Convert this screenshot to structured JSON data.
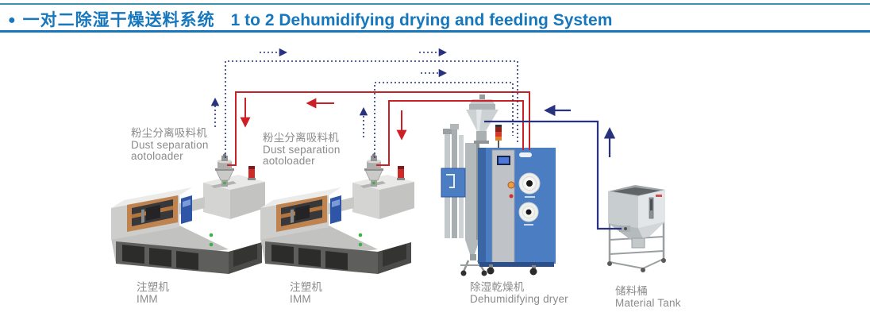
{
  "header": {
    "bullet": "●",
    "title_zh": "一对二除湿干燥送料系统",
    "title_en": "1 to 2 Dehumidifying drying and feeding System",
    "accent": "#1677bd",
    "top_rule_color": "#3e93ad"
  },
  "colors": {
    "pipe_red": "#cc2027",
    "pipe_navy": "#28327e",
    "label_gray": "#8b8b8b",
    "dryer_blue": "#4a7dc2",
    "machine_copper": "#bf8350"
  },
  "labels": {
    "autoloader1": {
      "zh": "粉尘分离吸料机",
      "en1": "Dust separation",
      "en2": "aotoloader"
    },
    "autoloader2": {
      "zh": "粉尘分离吸料机",
      "en1": "Dust separation",
      "en2": "aotoloader"
    },
    "imm1": {
      "zh": "注塑机",
      "en": "IMM"
    },
    "imm2": {
      "zh": "注塑机",
      "en": "IMM"
    },
    "dryer": {
      "zh": "除湿乾燥机",
      "en": "Dehumidifying dryer"
    },
    "tank": {
      "zh": "储料桶",
      "en": "Material Tank"
    }
  }
}
